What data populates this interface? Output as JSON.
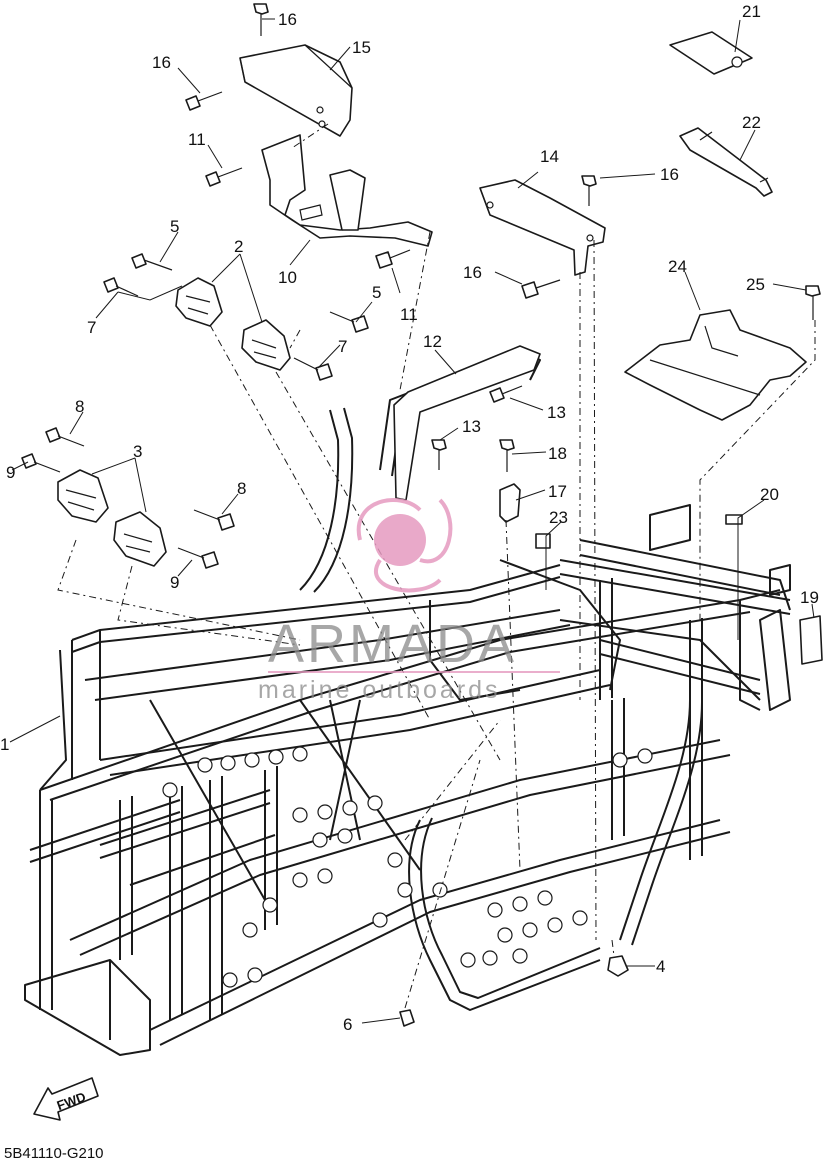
{
  "diagram": {
    "code": "5B41110-G210",
    "fwd_label": "FWD",
    "watermark": {
      "brand": "ARMADA",
      "tagline": "marine outboards",
      "logo_color": "#e59ac0"
    },
    "callouts": [
      "1",
      "2",
      "3",
      "4",
      "5",
      "6",
      "7",
      "8",
      "9",
      "10",
      "11",
      "12",
      "13",
      "14",
      "15",
      "16",
      "17",
      "18",
      "19",
      "20",
      "21",
      "22",
      "23",
      "24",
      "25"
    ]
  },
  "callout_labels": [
    {
      "num": "16"
    },
    {
      "num": "15"
    },
    {
      "num": "16"
    },
    {
      "num": "11"
    },
    {
      "num": "14"
    },
    {
      "num": "16"
    },
    {
      "num": "10"
    },
    {
      "num": "16"
    },
    {
      "num": "11"
    },
    {
      "num": "21"
    },
    {
      "num": "22"
    },
    {
      "num": "24"
    },
    {
      "num": "25"
    },
    {
      "num": "5"
    },
    {
      "num": "2"
    },
    {
      "num": "7"
    },
    {
      "num": "5"
    },
    {
      "num": "7"
    },
    {
      "num": "12"
    },
    {
      "num": "13"
    },
    {
      "num": "13"
    },
    {
      "num": "18"
    },
    {
      "num": "17"
    },
    {
      "num": "8"
    },
    {
      "num": "3"
    },
    {
      "num": "9"
    },
    {
      "num": "8"
    },
    {
      "num": "9"
    },
    {
      "num": "23"
    },
    {
      "num": "20"
    },
    {
      "num": "19"
    },
    {
      "num": "1"
    },
    {
      "num": "4"
    },
    {
      "num": "6"
    }
  ]
}
